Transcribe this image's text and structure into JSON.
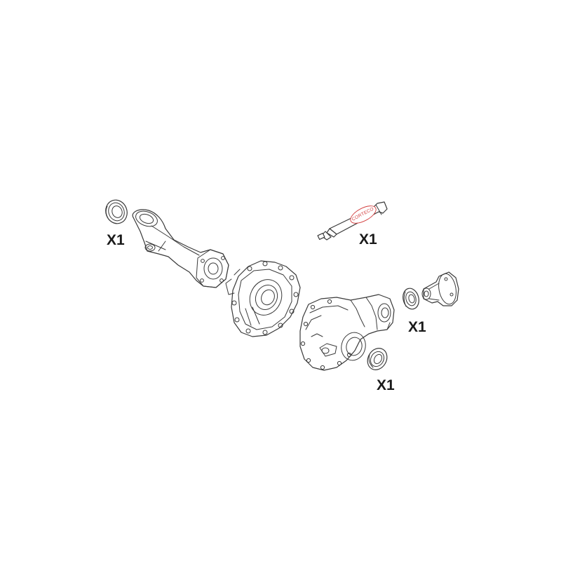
{
  "diagram": {
    "parts": [
      {
        "name": "seal-ring-left",
        "qty_label": "X1"
      },
      {
        "name": "sealant-tube",
        "qty_label": "X1",
        "brand_label": "CORTECO"
      },
      {
        "name": "seal-ring-right",
        "qty_label": "X1"
      },
      {
        "name": "seal-ring-bottom",
        "qty_label": "X1"
      }
    ],
    "line_color": "#3a3a3a",
    "brand_color": "#d23b3b",
    "background": "#ffffff"
  }
}
